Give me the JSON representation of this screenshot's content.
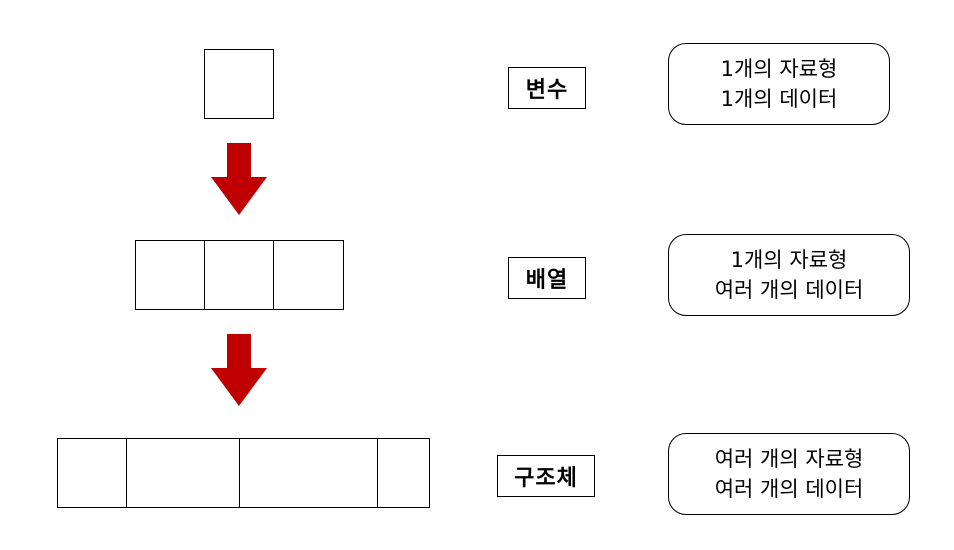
{
  "rows": [
    {
      "label": "변수",
      "description": [
        "1개의 자료형",
        "1개의 데이터"
      ]
    },
    {
      "label": "배열",
      "description": [
        "1개의 자료형",
        "여러 개의 데이터"
      ]
    },
    {
      "label": "구조체",
      "description": [
        "여러 개의 자료형",
        "여러 개의 데이터"
      ]
    }
  ],
  "colors": {
    "arrow": "#c00000",
    "border": "#000000"
  }
}
